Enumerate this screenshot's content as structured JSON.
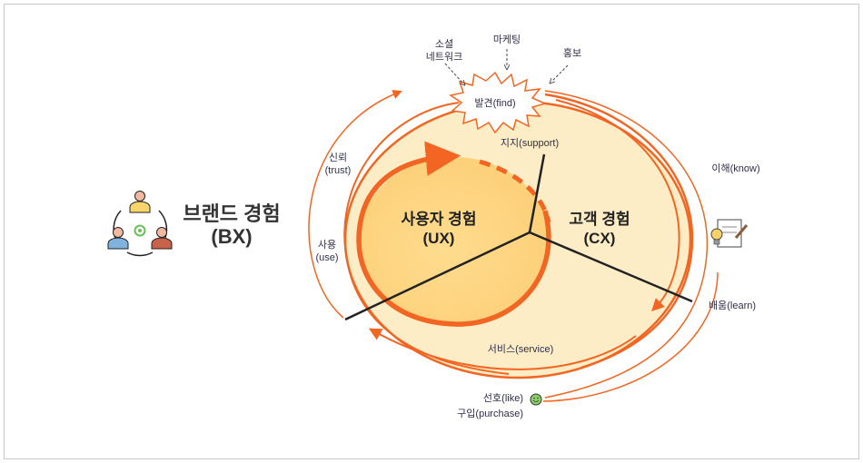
{
  "title": {
    "line1": "브랜드 경험",
    "line2": "(BX)"
  },
  "ux": {
    "line1": "사용자 경험",
    "line2": "(UX)"
  },
  "cx": {
    "line1": "고객 경험",
    "line2": "(CX)"
  },
  "discovery": "발견(find)",
  "sources": {
    "social_line1": "소셜",
    "social_line2": "네트워크",
    "marketing": "마케팅",
    "promotion": "홍보"
  },
  "stages": {
    "support": "지지(support)",
    "service": "서비스(service)",
    "know": "이해(know)",
    "learn": "배움(learn)",
    "like": "선호(like)",
    "purchase": "구입(purchase)",
    "trust_line1": "신뢰",
    "trust_line2": "(trust)",
    "use_line1": "사용",
    "use_line2": "(use)"
  },
  "colors": {
    "accent": "#f26522",
    "outer_fill": "#fdedc6",
    "inner_fill": "#fdd27f",
    "line": "#222222"
  }
}
